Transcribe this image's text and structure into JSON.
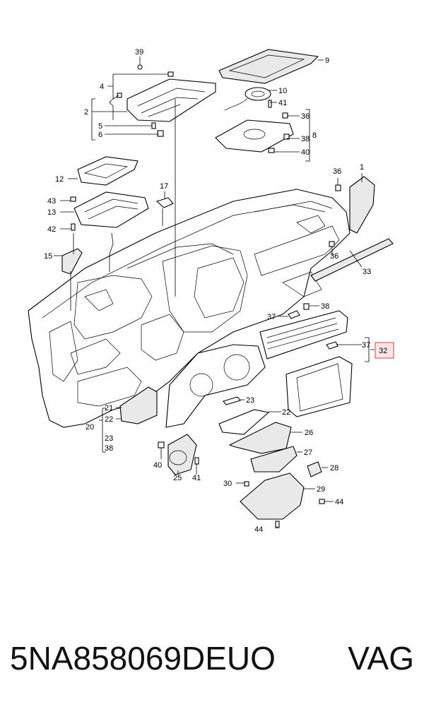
{
  "callouts": {
    "c39": "39",
    "c4": "4",
    "c2": "2",
    "c5": "5",
    "c6": "6",
    "c9": "9",
    "c10": "10",
    "c41a": "41",
    "c36a": "36",
    "c38a": "38",
    "c8": "8",
    "c40a": "40",
    "c12": "12",
    "c17": "17",
    "c43": "43",
    "c13": "13",
    "c42": "42",
    "c36b": "36",
    "c1": "1",
    "c15": "15",
    "c36c": "36",
    "c33": "33",
    "c37a": "37",
    "c38b": "38",
    "c37b": "37",
    "c32": "32",
    "c21": "21",
    "c22a": "22",
    "c20": "20",
    "c23a": "23",
    "c38c": "38",
    "c23b": "23",
    "c22b": "22",
    "c26": "26",
    "c27": "27",
    "c28": "28",
    "c40b": "40",
    "c25": "25",
    "c41b": "41",
    "c30": "30",
    "c29": "29",
    "c44a": "44",
    "c44b": "44"
  },
  "highlight_color": "#d04040",
  "footer": {
    "part_number": "5NA858069DEUO",
    "brand": "VAG"
  }
}
